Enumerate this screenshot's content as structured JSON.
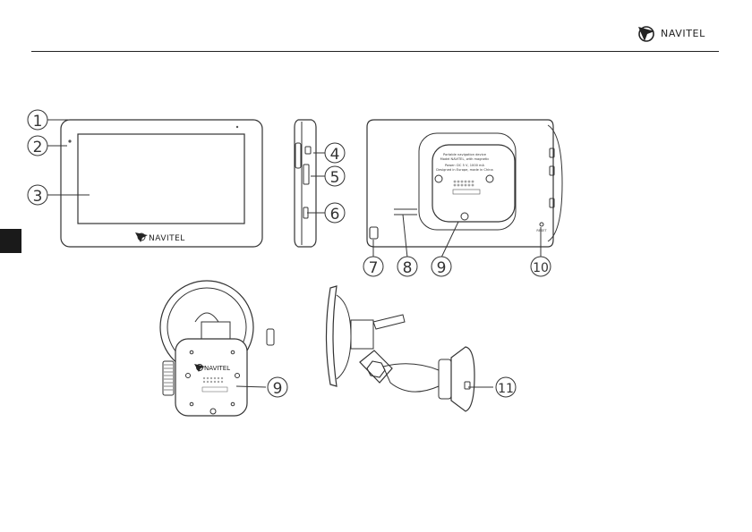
{
  "header": {
    "brand": "NAVITEL"
  },
  "device_front": {
    "brand": "NAVITEL"
  },
  "device_back": {
    "label_line1": "Portable navigation device",
    "label_line2": "Model NAVITEL, with magnetic",
    "label_line3": "Power: DC 5 V, 1000 mA",
    "label_line4": "Designed in Europe, made in China",
    "reset_label": "RESET"
  },
  "mount_plate": {
    "brand": "NAVITEL"
  },
  "callouts": [
    "1",
    "2",
    "3",
    "4",
    "5",
    "6",
    "7",
    "8",
    "9",
    "10",
    "9",
    "11"
  ],
  "colors": {
    "ink": "#222222",
    "side_tab": "#1a1a1a"
  },
  "icons": [
    "navitel-logo-icon"
  ]
}
